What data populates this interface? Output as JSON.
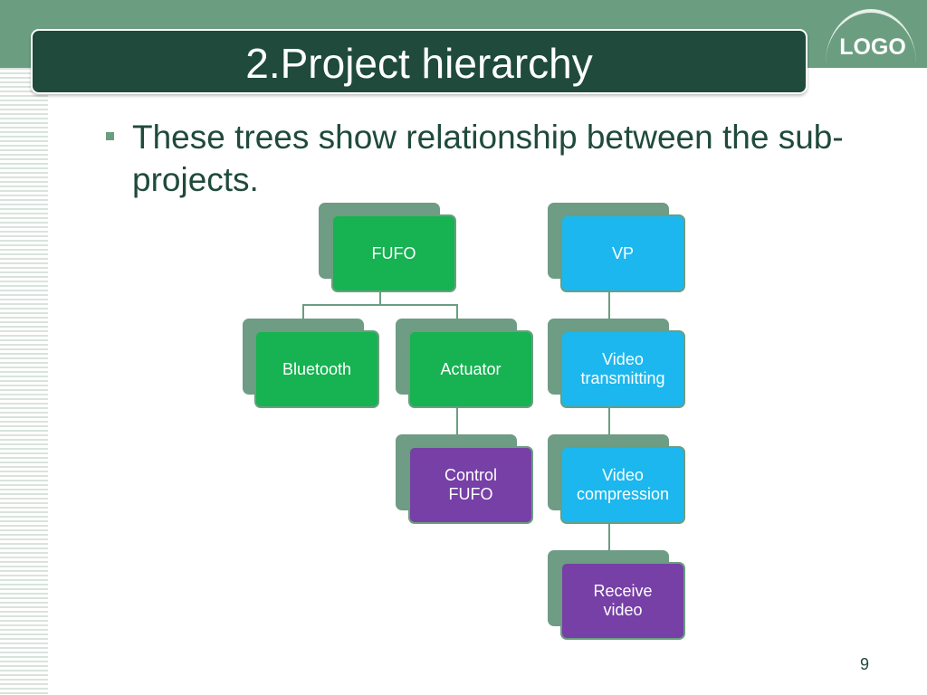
{
  "slide": {
    "title": "2.Project hierarchy",
    "logo": "LOGO",
    "bullet": "These trees show relationship between the sub-projects.",
    "page_number": "9"
  },
  "trees": {
    "fufo": {
      "root": "FUFO",
      "bluetooth": "Bluetooth",
      "actuator": "Actuator",
      "control": "Control\nFUFO"
    },
    "vp": {
      "root": "VP",
      "transmit": "Video\ntransmitting",
      "compress": "Video\ncompression",
      "receive": "Receive\nvideo"
    }
  },
  "colors": {
    "green": "#17b252",
    "blue": "#1cb7ee",
    "purple": "#7640a6",
    "title_bg": "#1f4a3c",
    "accent": "#6b9e80"
  }
}
